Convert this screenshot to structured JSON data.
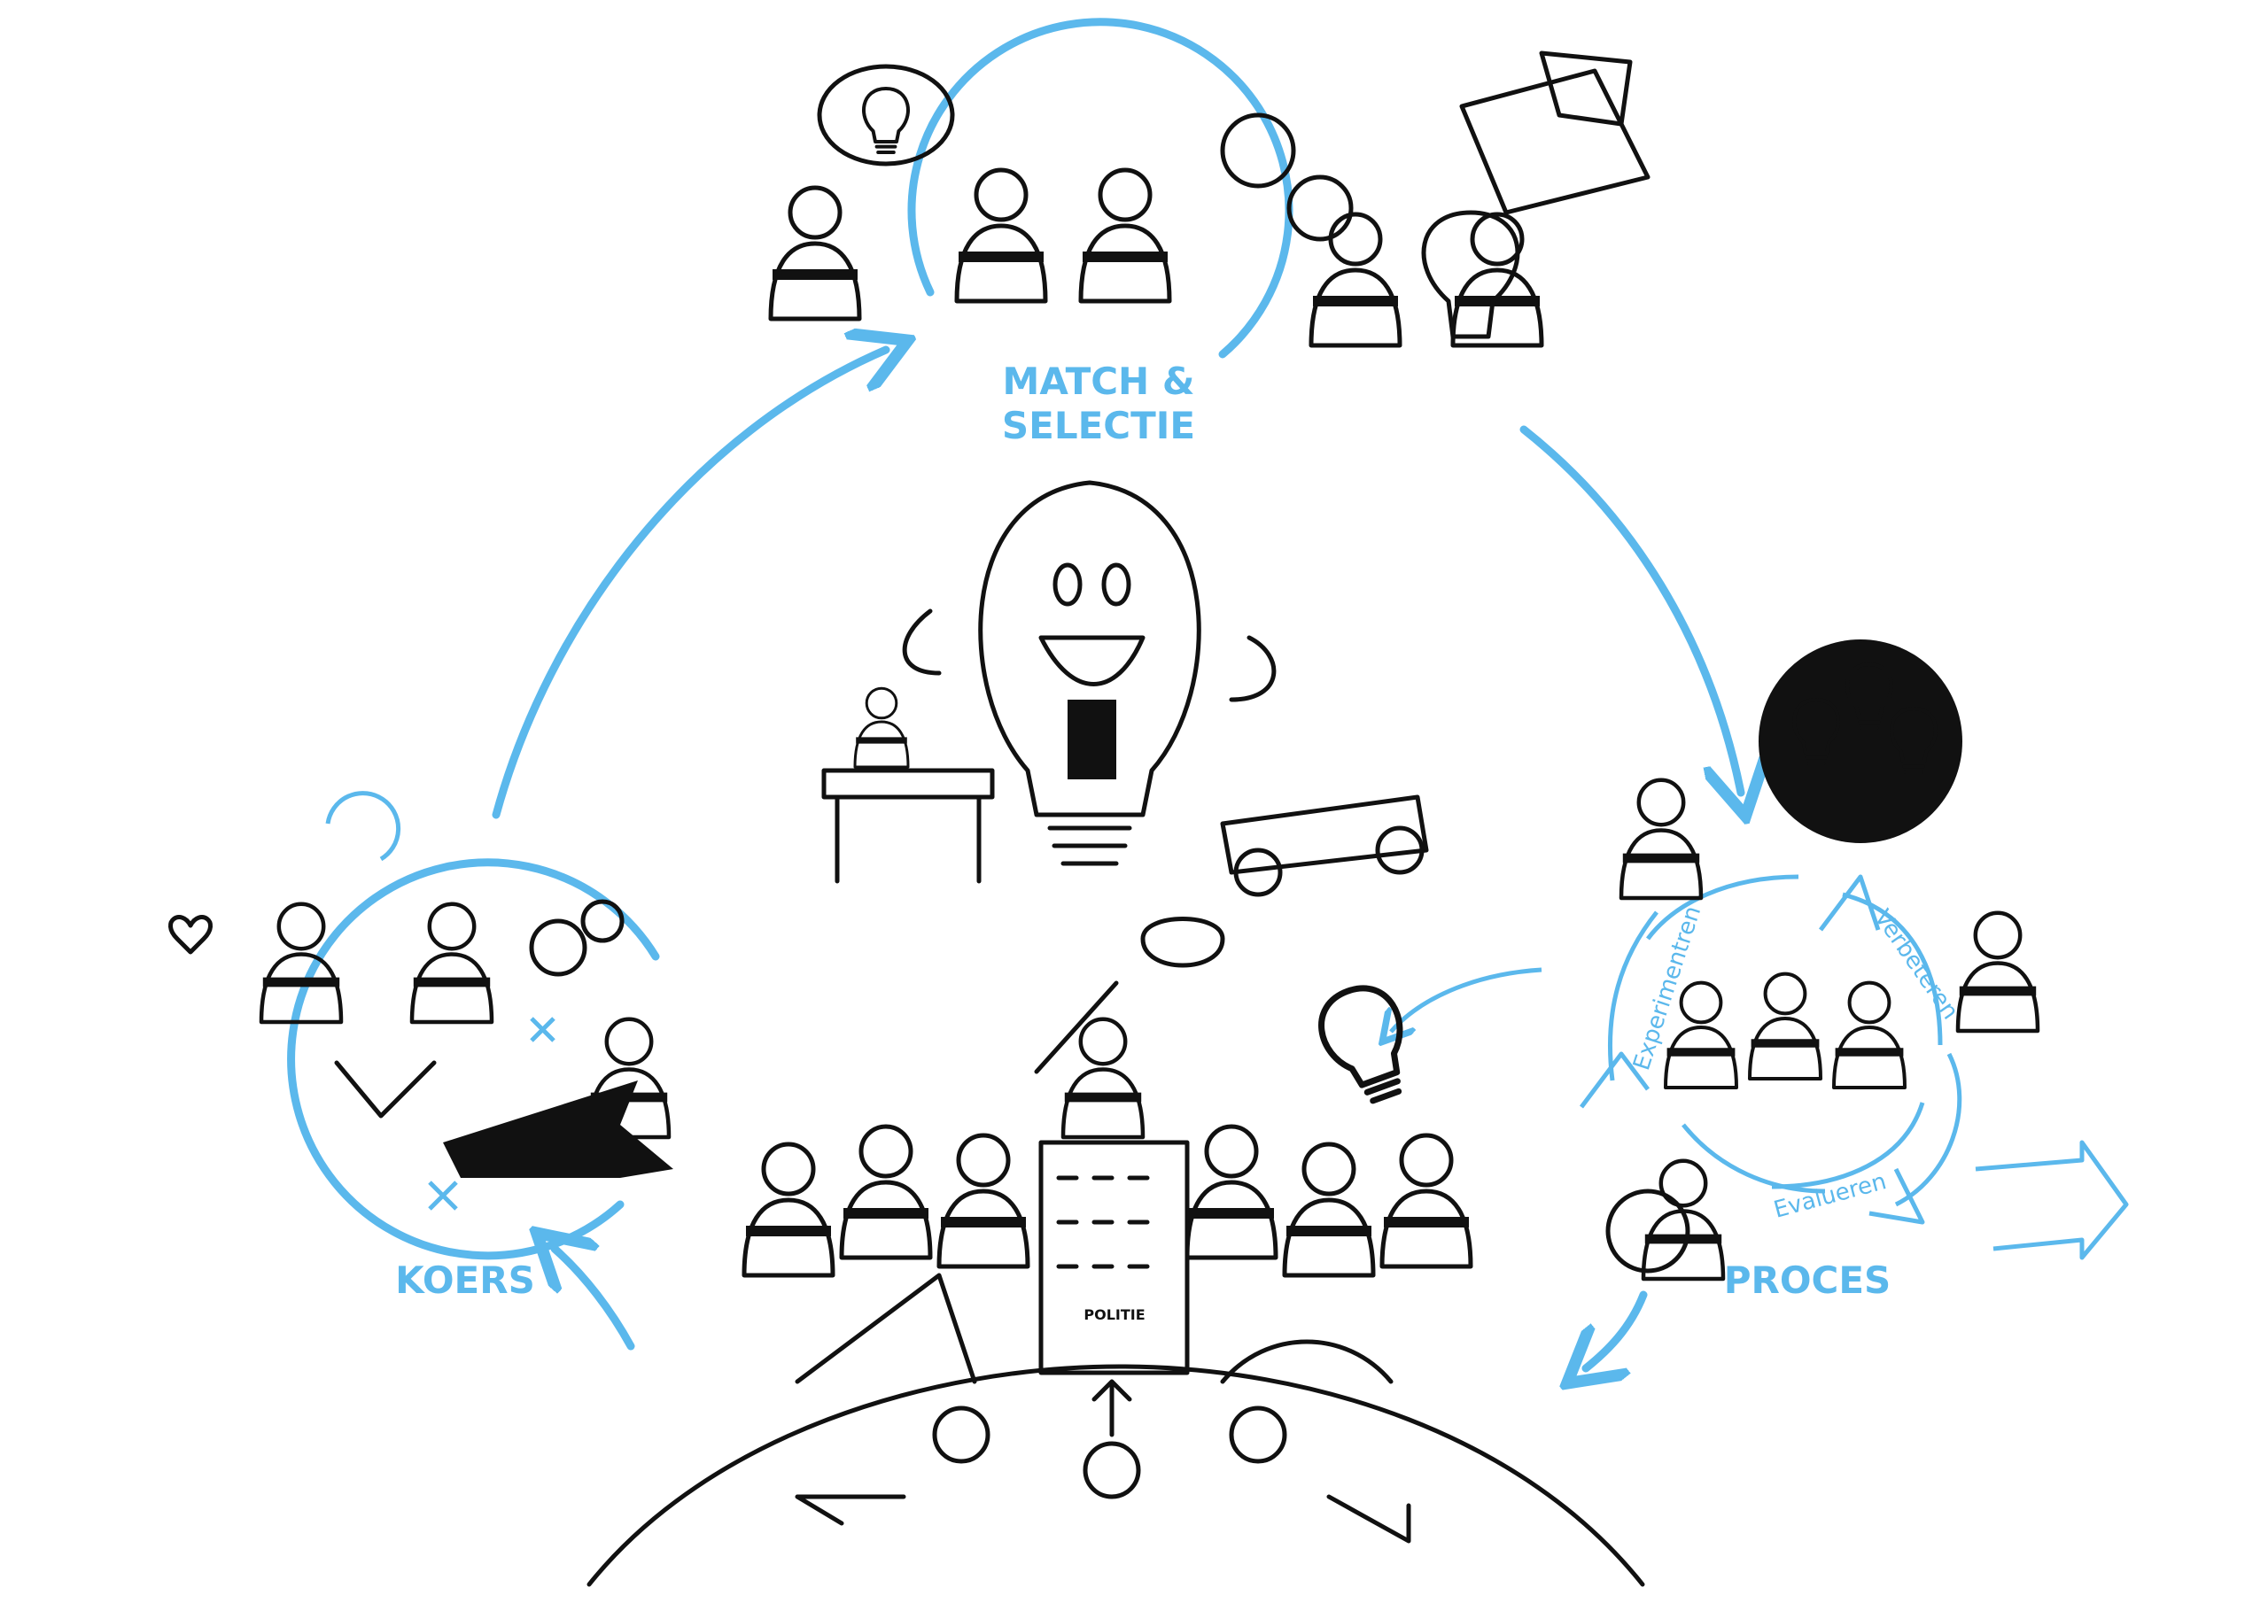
{
  "stages": {
    "match": "MATCH &",
    "selectie": "SELECTIE",
    "koers": "KOERS",
    "proces": "PROCES"
  },
  "cycle": {
    "experimenteren": "Experimentren",
    "verbeteren": "Verbeteren",
    "evalueren": "Evalueren"
  },
  "building_sign": "POLITIE",
  "colors": {
    "accent": "#5bb8ec",
    "ink": "#111111"
  }
}
